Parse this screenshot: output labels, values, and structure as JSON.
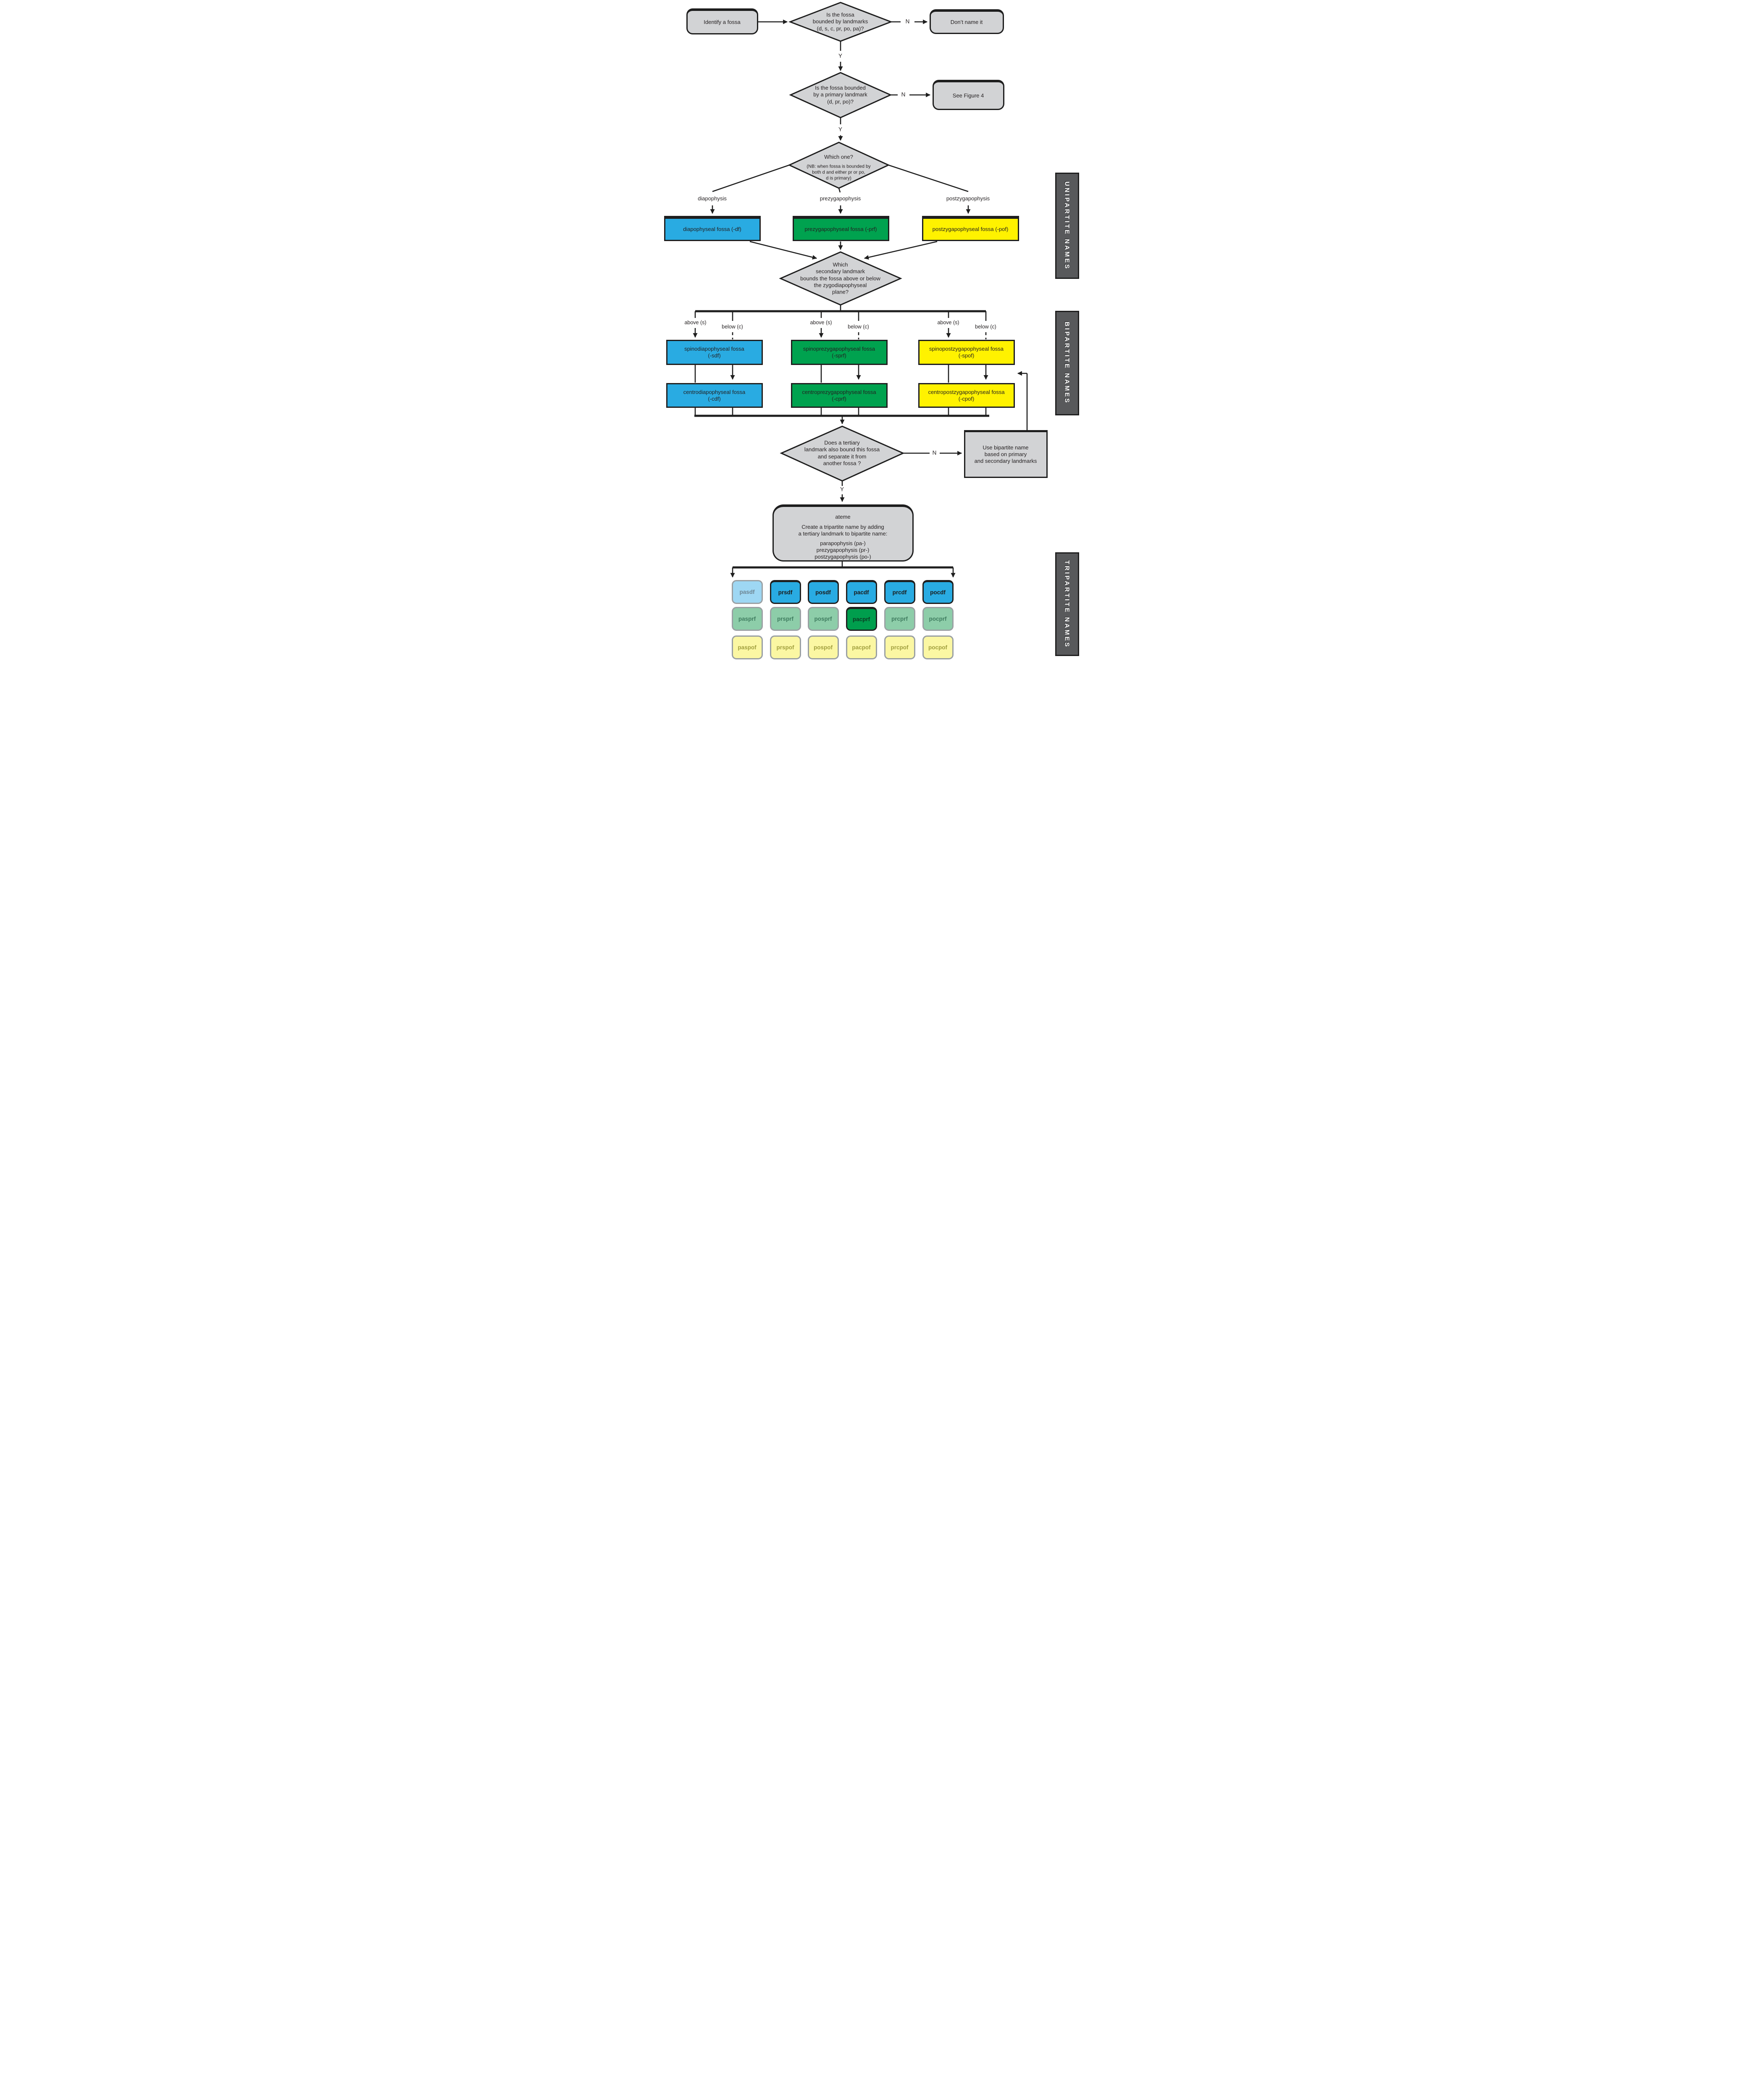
{
  "edges": {
    "yes": "Y",
    "no": "N"
  },
  "terminals": {
    "identify": "Identify a fossa",
    "dont_name": "Don’t name it",
    "see_figure": "See Figure 4"
  },
  "decisions": {
    "d1": "Is the fossa\nbounded by landmarks\n(d, s, c, pr, po, pa)?",
    "d2": "Is the fossa bounded\nby a primary landmark\n(d, pr, po)?",
    "d3_title": "Which one?",
    "d3_note": "(NB: when fossa is bounded by\nboth d and either pr or po,\nd is primary)",
    "d4": "Which\nsecondary landmark\nbounds the fossa above or below\nthe zygodiapophyseal\nplane?",
    "d5": "Does a tertiary\nlandmark also bound this fossa\nand separate it from\nanother fossa ?"
  },
  "primary": {
    "labels": [
      "diapophysis",
      "prezygapophysis",
      "postzygapophysis"
    ],
    "boxes": [
      "diapophyseal fossa (-df)",
      "prezygapophyseal fossa (-prf)",
      "postzygapophyseal fossa (-pof)"
    ]
  },
  "secondary": {
    "above": "above (s)",
    "below": "below (c)",
    "boxes": [
      "spinodiapophyseal fossa\n(-sdf)",
      "centrodiapophyseal fossa\n(-cdf)",
      "spinoprezygapophyseal fossa\n(-sprf)",
      "centroprezygapophyseal fossa\n(-cprf)",
      "spinopostzygapophyseal fossa\n(-spof)",
      "centropostzygapophyseal fossa\n(-cpof)"
    ]
  },
  "bipartite_action": "Use bipartite name\nbased on primary\nand secondary landmarks",
  "tripartite_box": {
    "intro": "Create a tripartite name by adding\na tertiary landmark to bipartite name:",
    "options": "parapophysis (pa-)\nprezygapophysis (pr-)\npostzygapophysis (po-)"
  },
  "chips": {
    "row1": [
      "pasdf",
      "prsdf",
      "posdf",
      "pacdf",
      "prcdf",
      "pocdf"
    ],
    "row2": [
      "pasprf",
      "prsprf",
      "posprf",
      "pacprf",
      "prcprf",
      "pocprf"
    ],
    "row3": [
      "paspof",
      "prspof",
      "pospof",
      "pacpof",
      "prcpof",
      "pocpof"
    ]
  },
  "sidebars": {
    "unipartite": "UNIPARTITE NAMES",
    "bipartite": "BIPARTITE NAMES",
    "tripartite": "TRIPARTITE NAMES"
  },
  "colors": {
    "blue": "#29abe2",
    "green": "#00a24f",
    "yellow": "#fff200",
    "gray_fill": "#d2d3d5",
    "sidebar_gray": "#58595b",
    "line": "#1e1e1e"
  }
}
